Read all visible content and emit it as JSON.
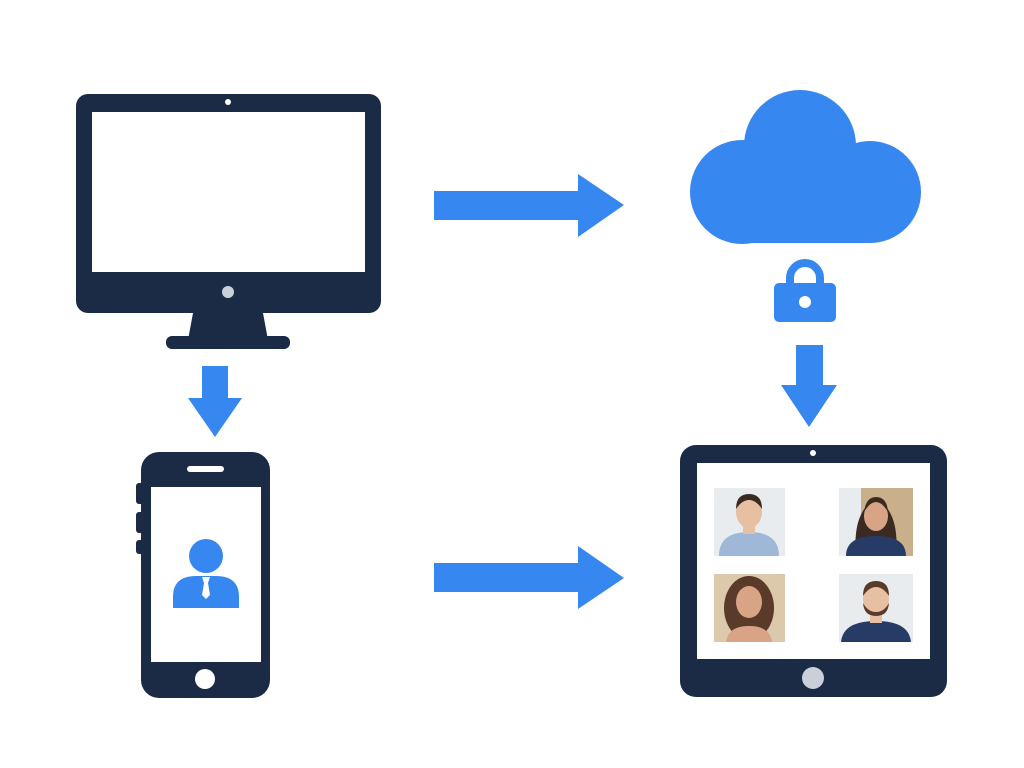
{
  "colors": {
    "device_navy": "#1b2a45",
    "accent_blue": "#3787f0",
    "screen_white": "#ffffff",
    "button_gray": "#c9d0da",
    "skin_light": "#e7bfa2",
    "skin_warm": "#d9a486",
    "hair_dark": "#3a2a22",
    "hair_brown": "#5a3a28",
    "shirt_light_blue": "#9fb8d8",
    "shirt_navy": "#263c66",
    "photo_bg_light": "#e9ecef",
    "photo_bg_shelf": "#c9b08a",
    "photo_bg_warm": "#dcc8ab"
  },
  "nodes": {
    "desktop": {
      "icon": "desktop-monitor-icon"
    },
    "cloud": {
      "icon": "cloud-icon"
    },
    "lock": {
      "icon": "lock-icon"
    },
    "phone": {
      "icon": "smartphone-icon",
      "content": "user-avatar-icon"
    },
    "tablet": {
      "icon": "tablet-icon",
      "content": "video-call-grid",
      "participants": 4
    }
  },
  "edges": [
    {
      "from": "desktop",
      "to": "cloud",
      "direction": "right"
    },
    {
      "from": "desktop",
      "to": "phone",
      "direction": "down"
    },
    {
      "from": "cloud",
      "to": "tablet",
      "direction": "down"
    },
    {
      "from": "phone",
      "to": "tablet",
      "direction": "right"
    }
  ]
}
